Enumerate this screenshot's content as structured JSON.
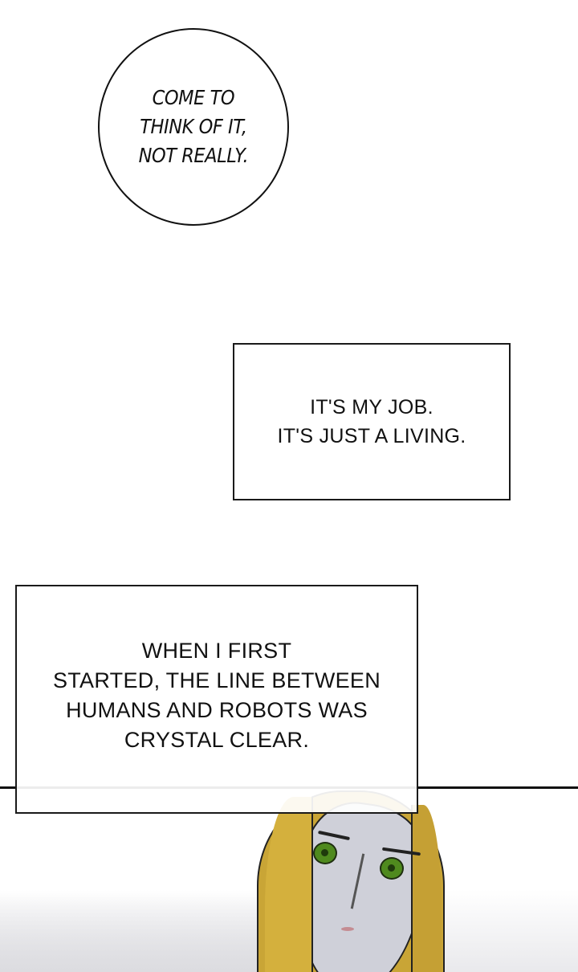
{
  "speech_bubble": {
    "shape": "circle",
    "text": "COME TO\nTHINK OF IT,\nNOT REALLY."
  },
  "captions": [
    {
      "text": "IT'S MY JOB.\nIT'S JUST A LIVING."
    },
    {
      "text": "WHEN I FIRST\nSTARTED, THE LINE BETWEEN\nHUMANS AND ROBOTS WAS\nCRYSTAL CLEAR."
    }
  ],
  "panel": {
    "character": "blonde woman with green eyes, pale gray skin",
    "colors": {
      "hair": "#c9a536",
      "skin": "#cfd0d9",
      "eyes": "#4f8a1e",
      "lips": "#c48c92",
      "border": "#111111"
    }
  }
}
